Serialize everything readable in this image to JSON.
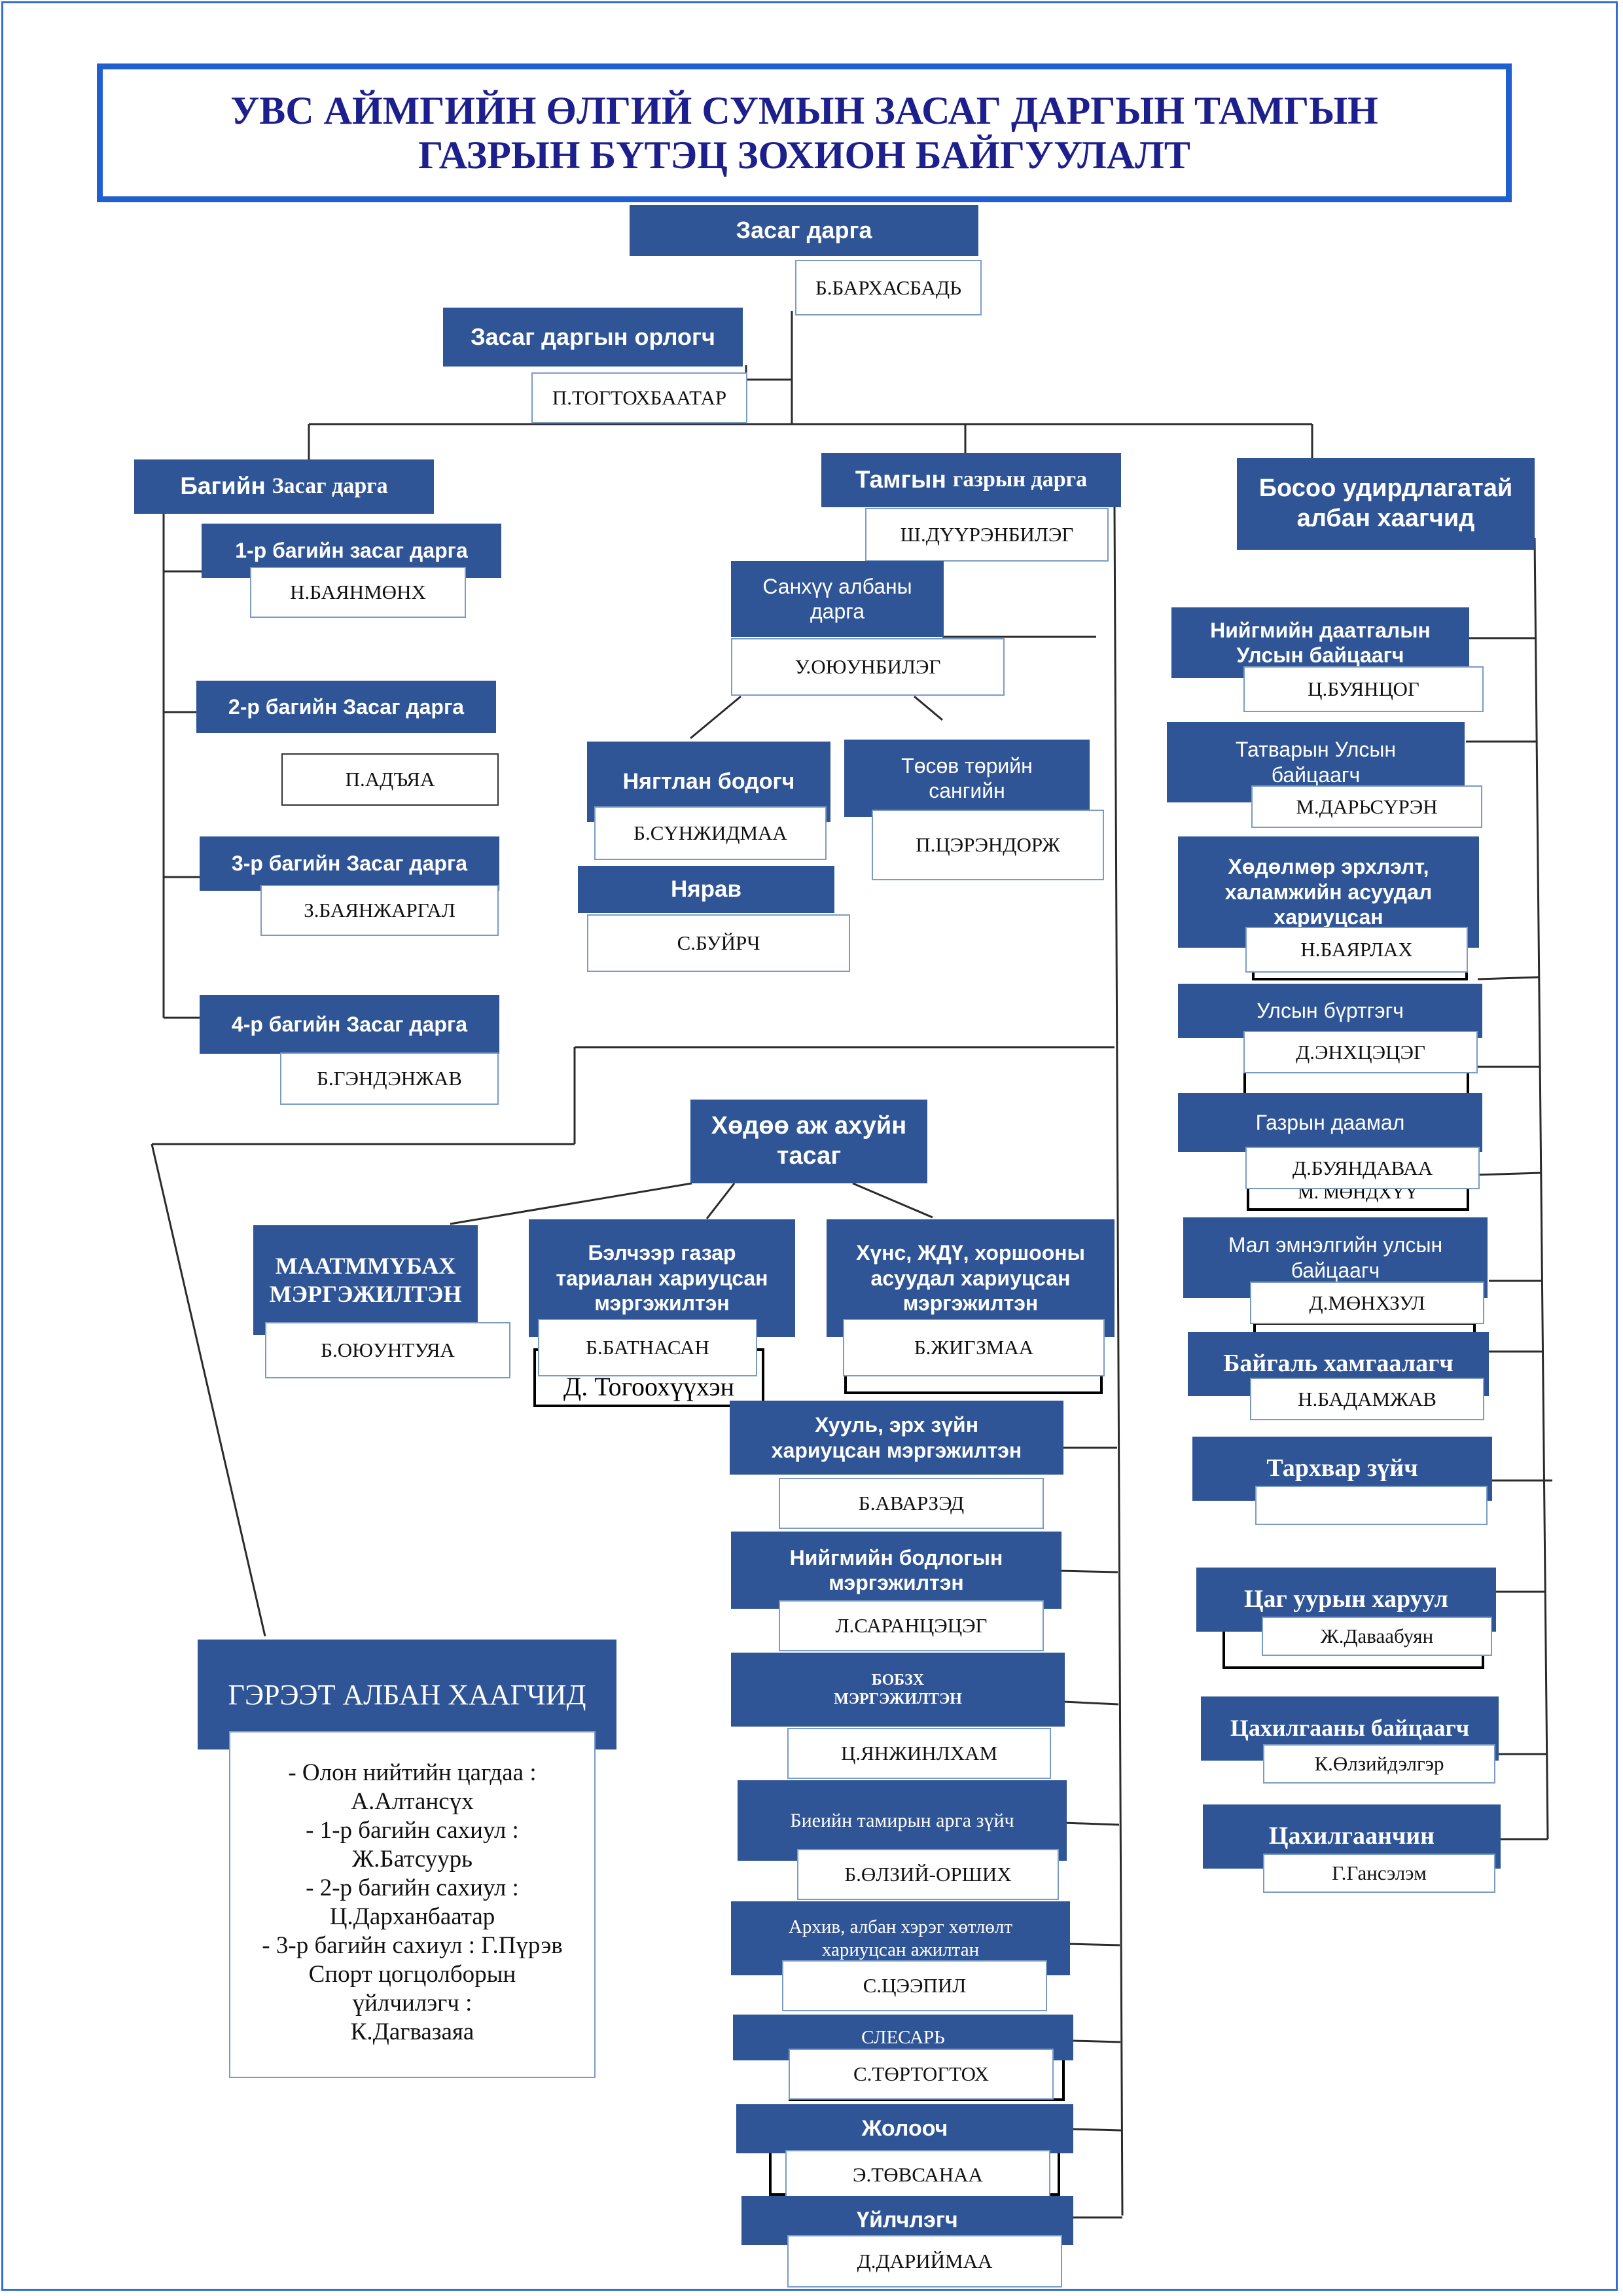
{
  "title": {
    "line1": "УВС АЙМГИЙН ӨЛГИЙ СУМЫН ЗАСАГ ДАРГЫН ТАМГЫН",
    "line2": "ГАЗРЫН БҮТЭЦ ЗОХИОН БАЙГУУЛАЛТ"
  },
  "governor": {
    "title": "Засаг дарга",
    "name": "Б.БАРХАСБАДЬ"
  },
  "deputy": {
    "title": "Засаг даргын орлогч",
    "name": "П.ТОГТОХБААТАР"
  },
  "bag": {
    "title_prefix": "Багийн",
    "title_suffix": "Засаг дарга",
    "items": [
      {
        "title": "1-р багийн засаг дарга",
        "name": "Н.БАЯНМӨНХ"
      },
      {
        "title": "2-р багийн Засаг дарга",
        "name": "П.АДЪЯА"
      },
      {
        "title": "3-р багийн Засаг дарга",
        "name": "З.БАЯНЖАРГАЛ"
      },
      {
        "title": "4-р багийн Засаг дарга",
        "name": "Б.ГЭНДЭНЖАВ"
      }
    ]
  },
  "office_head": {
    "title_prefix": "Тамгын",
    "title_suffix": "газрын дарга",
    "name": "Ш.ДҮҮРЭНБИЛЭГ"
  },
  "finance": {
    "title_line1": "Санхүү албаны",
    "title_line2": "дарга",
    "name": "У.ОЮУНБИЛЭГ"
  },
  "accountant": {
    "title": "Нягтлан бодогч",
    "name": "Б.СҮНЖИДМАА"
  },
  "treasurer": {
    "title_line1": "Төсөв төрийн",
    "title_line2": "сангийн",
    "name": "П.ЦЭРЭНДОРЖ"
  },
  "storekeeper": {
    "title": "Нярав",
    "name": "С.БУЙРЧ"
  },
  "agri": {
    "title_line1": "Хөдөө аж ахуйн",
    "title_line2": "тасаг"
  },
  "agri_specialists": [
    {
      "title_line1": "МААТММҮБАХ",
      "title_line2": "МЭРГЭЖИЛТЭН",
      "title_line3": "",
      "name": "Б.ОЮУНТУЯА"
    },
    {
      "title_line1": "Бэлчээр газар",
      "title_line2": "тариалан хариуцсан",
      "title_line3": "мэргэжилтэн",
      "name": "Б.БАТНАСАН",
      "ghost": "Д. Тогоохүүхэн"
    },
    {
      "title_line1": "Хүнс, ЖДҮ, хоршооны",
      "title_line2": "асуудал хариуцсан",
      "title_line3": "мэргэжилтэн",
      "name": "Б.ЖИГЗМАА"
    }
  ],
  "staff": [
    {
      "title_line1": "Хууль, эрх зүйн",
      "title_line2": "хариуцсан мэргэжилтэн",
      "name": "Б.АВАРЗЭД"
    },
    {
      "title_line1": "Нийгмийн бодлогын",
      "title_line2": "мэргэжилтэн",
      "name": "Л.САРАНЦЭЦЭГ"
    },
    {
      "title_line1": "БОБЗХ",
      "title_line2": "МЭРГЭЖИЛТЭН",
      "name": "Ц.ЯНЖИНЛХАМ"
    },
    {
      "title_line1": "Биеийн тамирын арга зүйч",
      "title_line2": "",
      "name": "Б.ӨЛЗИЙ-ОРШИХ"
    },
    {
      "title_line1": "Архив, албан хэрэг хөтлөлт",
      "title_line2": "хариуцсан ажилтан",
      "name": "С.ЦЭЭПИЛ"
    },
    {
      "title_line1": "СЛЕСАРЬ",
      "title_line2": "",
      "name": "С.ТӨРТОГТОХ"
    },
    {
      "title_line1": "Жолооч",
      "title_line2": "",
      "name": "Э.ТӨВСАНАА"
    },
    {
      "title_line1": "Үйлчлэгч",
      "title_line2": "",
      "name": "Д.ДАРИЙМАА"
    }
  ],
  "independent": {
    "title_line1": "Босоо удирдлагатай",
    "title_line2": "албан хаагчид",
    "items": [
      {
        "title_line1": "Нийгмийн даатгалын",
        "title_line2": "Улсын байцаагч",
        "title_line3": "",
        "name": "Ц.БУЯНЦОГ"
      },
      {
        "title_line1": "Татварын Улсын",
        "title_line2": "байцаагч",
        "title_line3": "",
        "name": "М.ДАРЬСҮРЭН"
      },
      {
        "title_line1": "Хөдөлмөр эрхлэлт,",
        "title_line2": "халамжийн асуудал",
        "title_line3": "хариуцсан",
        "name": "Н.БАЯРЛАХ"
      },
      {
        "title_line1": "Улсын бүртгэгч",
        "title_line2": "",
        "title_line3": "",
        "name": "Д.ЭНХЦЭЦЭГ"
      },
      {
        "title_line1": "Газрын даамал",
        "title_line2": "",
        "title_line3": "",
        "name": "Д.БУЯНДАВАА",
        "ghost": "М. МӨНДХҮҮ"
      },
      {
        "title_line1": "Мал эмнэлгийн улсын",
        "title_line2": "байцаагч",
        "title_line3": "",
        "name": "Д.МӨНХЗУЛ"
      },
      {
        "title_line1": "Байгаль хамгаалагч",
        "title_line2": "",
        "title_line3": "",
        "name": "Н.БАДАМЖАВ"
      },
      {
        "title_line1": "Тархвар зүйч",
        "title_line2": "",
        "title_line3": "",
        "name": ""
      },
      {
        "title_line1": "Цаг уурын харуул",
        "title_line2": "",
        "title_line3": "",
        "name": "Ж.Даваабуян"
      },
      {
        "title_line1": "Цахилгааны байцаагч",
        "title_line2": "",
        "title_line3": "",
        "name": "К.Өлзийдэлгэр"
      },
      {
        "title_line1": "Цахилгаанчин",
        "title_line2": "",
        "title_line3": "",
        "name": "Г.Гансэлэм"
      }
    ]
  },
  "contract": {
    "title": "ГЭРЭЭТ АЛБАН ХААГЧИД",
    "lines": [
      "- Олон нийтийн цагдаа :",
      "А.Алтансүх",
      "- 1-р багийн сахиул :",
      "Ж.Батсуурь",
      "- 2-р багийн сахиул :",
      "Ц.Дарханбаатар",
      "- 3-р багийн сахиул : Г.Пүрэв",
      "Спорт цогцолборын",
      "үйлчилэгч :",
      "К.Дагвазаяа"
    ]
  }
}
